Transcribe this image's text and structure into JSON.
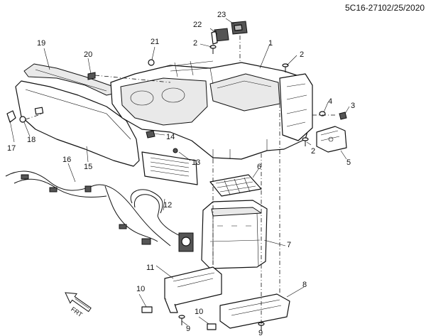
{
  "header": {
    "diagram_id": "5C16-271",
    "date": "02/25/2020"
  },
  "orientation": {
    "label": "FRT"
  },
  "callouts": [
    {
      "id": "c1",
      "label": "1"
    },
    {
      "id": "c2a",
      "label": "2"
    },
    {
      "id": "c2b",
      "label": "2"
    },
    {
      "id": "c2c",
      "label": "2"
    },
    {
      "id": "c3",
      "label": "3"
    },
    {
      "id": "c4",
      "label": "4"
    },
    {
      "id": "c5",
      "label": "5"
    },
    {
      "id": "c6",
      "label": "6"
    },
    {
      "id": "c7",
      "label": "7"
    },
    {
      "id": "c8",
      "label": "8"
    },
    {
      "id": "c9a",
      "label": "9"
    },
    {
      "id": "c9b",
      "label": "9"
    },
    {
      "id": "c10a",
      "label": "10"
    },
    {
      "id": "c10b",
      "label": "10"
    },
    {
      "id": "c11",
      "label": "11"
    },
    {
      "id": "c12",
      "label": "12"
    },
    {
      "id": "c13",
      "label": "13"
    },
    {
      "id": "c14",
      "label": "14"
    },
    {
      "id": "c15",
      "label": "15"
    },
    {
      "id": "c16",
      "label": "16"
    },
    {
      "id": "c17",
      "label": "17"
    },
    {
      "id": "c18",
      "label": "18"
    },
    {
      "id": "c19",
      "label": "19"
    },
    {
      "id": "c20",
      "label": "20"
    },
    {
      "id": "c21",
      "label": "21"
    },
    {
      "id": "c22",
      "label": "22"
    },
    {
      "id": "c23",
      "label": "23"
    }
  ]
}
